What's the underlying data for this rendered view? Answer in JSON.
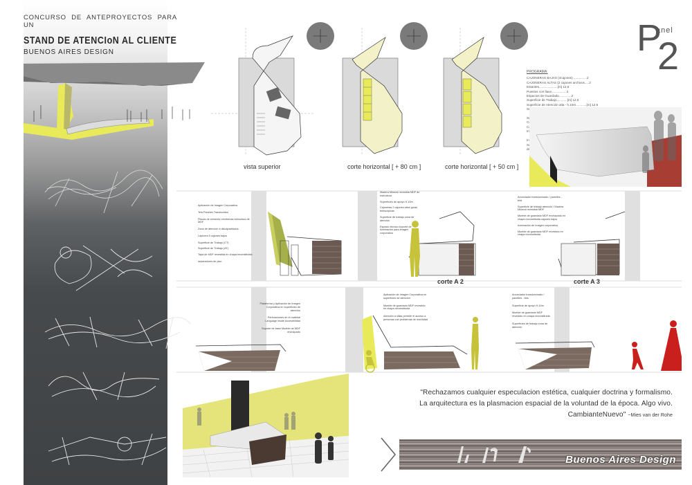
{
  "title": {
    "line1": "CONCURSO DE ANTEPROYECTOS PARA UN",
    "line2": "STAND DE ATENCIoN AL CLIENTE",
    "line3": "BUENOS AIRES DESIGN"
  },
  "panel": {
    "word": "anel",
    "letter_p": "P",
    "number": "2"
  },
  "plan_views": {
    "captions": [
      "vista superior",
      "corte horizontal [ + 80 cm ]",
      "corte horizontal [ + 50 cm ]"
    ]
  },
  "sections": {
    "a2": "corte A 2",
    "a3": "corte A 3"
  },
  "programa": {
    "heading": "PROGRAMA:",
    "items": [
      "CAJONERAS BAJAS (4cajones) ...............2",
      "CAJONERAS ALTAS (2 cajones archivos.....2",
      "Estantes.....................[m] 12,6",
      "Puestos con llave.................2",
      "Espacios de Guardado..............2",
      "Superficie de Trabajo............[m] 12,6",
      "Superficie de Atención alta - h,10m............[m] 12,6",
      "Superficie de Atención baja - h,75m ..........[m] 12,6",
      "",
      "Se contemplan espacios para:",
      "Central telefónica",
      "Cajas para CPU",
      "Impresoras",
      "",
      "Instalaciones:",
      "Se contempla el espacio técnico para el paso del cableado fuerte",
      "de iluminación, alimentación eléctrica, corrientes de datos y redes."
    ]
  },
  "annotations": {
    "left_section": [
      "Aplicación de Imagen Corporativa",
      "Tela Paneles Translucidos",
      "Placas de cemento reentrenas estructura de MDF",
      "Zona de atención a discapacitados",
      "Lapicera 5 cajones bajos",
      "Superficie de Trabajo (CT)",
      "Superficie de Trabajo (AT)",
      "Tapa de MDF revestida en chapa reconstituida",
      "separadores de piso"
    ],
    "mid_section": [
      "Madera Mineral revestida MDF de estructura",
      "Superficies de apoyo H,10m",
      "Cajoneras 2 cajones altos guías telescópicas",
      "Superficie de trabajo zona de atención",
      "Espacio técnico soporte de iluminación para imagen corporativa"
    ],
    "right_section": [
      "Anunciador translumínado / panelles - tela",
      "Superficie de trabajo atención / Madera Mineral revestida MDF",
      "Mueble de guardado MDF enchapado en chapa reconstituida cajones bajos",
      "iluminación de Imagen corporativa",
      "Mueble de guardado MDF revestido en chapa reconstituida"
    ],
    "a2_left": [
      "Plataforma y Aplicación de Imagen Corporativa en superficies de atención",
      "Perforaciones en el material Language inside Accesibilidad",
      "Soporte de base Mueble de MDF enchapado"
    ],
    "a2_mid": [
      "Aplicación de Imagen Corporativa en superficies de atención",
      "Mueble de guardado MDF revestido en chapa reconstituida",
      "Atención a sillas permite el acceso a personas con problemas de movilidad"
    ],
    "a3_right": [
      "Anunciador translumínado / panelles - tela",
      "Superficie de apoyo H,10m",
      "Mueble de guardado MDF revestido en chapa reconstituida",
      "Superficies de trabajo zona de atención"
    ]
  },
  "quote": {
    "line1": "\"Rechazamos cualquier especulacion estética, cualquier doctrina y formalismo.",
    "line2": "La arquitectura es la plasmacion espacial de la voluntad de la época. Algo vivo.",
    "line3": "CambianteNuevo\"",
    "author": "~Mies van der Rohe"
  },
  "footer": {
    "text": "Buenos Aires Design"
  },
  "colors": {
    "accent": "#e8ea5a",
    "red": "#c9201e",
    "dark": "#3f4244",
    "olive": "#b9b76a"
  }
}
